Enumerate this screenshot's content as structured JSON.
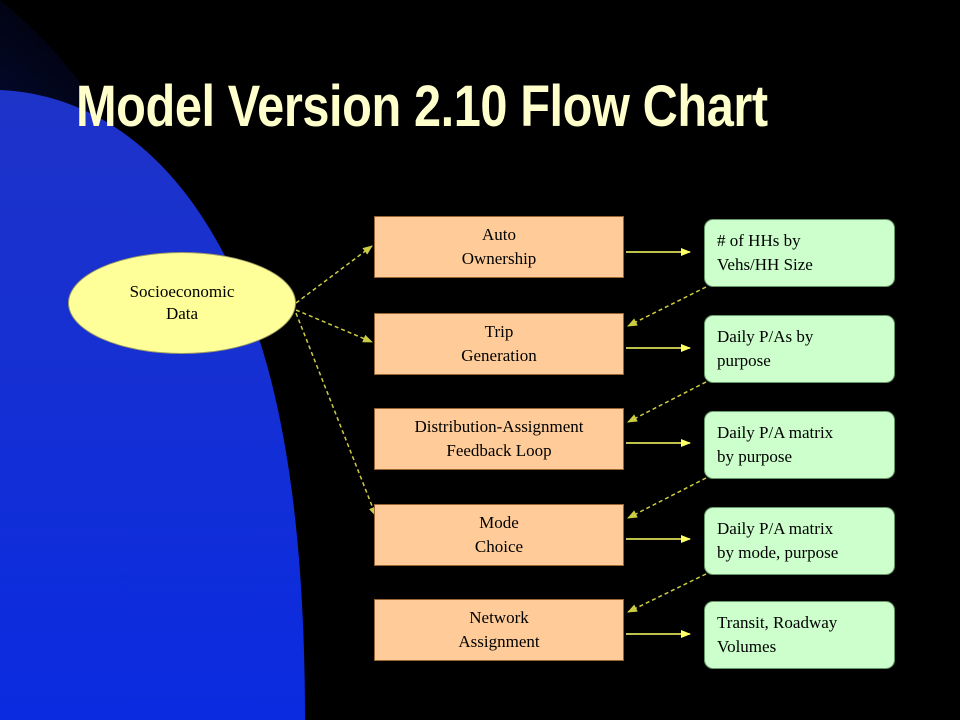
{
  "title": "Model Version 2.10 Flow Chart",
  "source": {
    "line1": "Socioeconomic",
    "line2": "Data"
  },
  "steps": [
    {
      "line1": "Auto",
      "line2": "Ownership"
    },
    {
      "line1": "Trip",
      "line2": "Generation"
    },
    {
      "line1": "Distribution-Assignment",
      "line2": "Feedback Loop"
    },
    {
      "line1": "Mode",
      "line2": "Choice"
    },
    {
      "line1": "Network",
      "line2": "Assignment"
    }
  ],
  "outputs": [
    {
      "line1": "# of HHs by",
      "line2": "Vehs/HH Size"
    },
    {
      "line1": "Daily P/As by",
      "line2": "purpose"
    },
    {
      "line1": "Daily P/A matrix",
      "line2": "by purpose"
    },
    {
      "line1": "Daily P/A matrix",
      "line2": "by mode, purpose"
    },
    {
      "line1": "Transit, Roadway",
      "line2": "Volumes"
    }
  ],
  "colors": {
    "background": "#000000",
    "accent_blue": "#0033CC",
    "title_text": "#FFFFCC",
    "step_fill": "#FFCC99",
    "output_fill": "#CCFFCC",
    "source_fill": "#FFFF99",
    "solid_arrow": "#FFFF66",
    "dashed_arrow": "#CCCC44"
  }
}
